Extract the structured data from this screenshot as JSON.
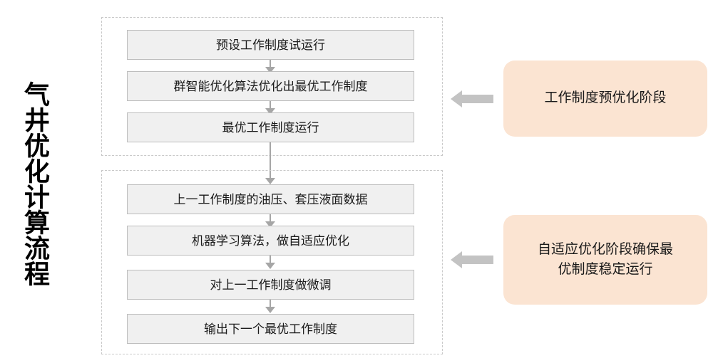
{
  "title": "气井优化计算流程",
  "groups": [
    {
      "id": "pre-optimization",
      "steps": [
        {
          "label": "预设工作制度试运行"
        },
        {
          "label": "群智能优化算法优化出最优工作制度"
        },
        {
          "label": "最优工作制度运行"
        }
      ]
    },
    {
      "id": "adaptive-optimization",
      "steps": [
        {
          "label": "上一工作制度的油压、套压液面数据"
        },
        {
          "label": "机器学习算法，做自适应优化"
        },
        {
          "label": "对上一工作制度做微调"
        },
        {
          "label": "输出下一个最优工作制度"
        }
      ]
    }
  ],
  "callouts": [
    {
      "id": "pre",
      "label": "工作制度预优化阶段"
    },
    {
      "id": "adaptive",
      "line1": "自适应优化阶段确保最",
      "line2": "优制度稳定运行"
    }
  ],
  "colors": {
    "step_fill": "#f0f0f0",
    "step_border": "#bdbdbd",
    "group_border": "#c9c9c9",
    "connector": "#a6a6a6",
    "block_arrow": "#c3c3c3",
    "callout_fill": "#fbe4d2",
    "text": "#1a1a1a"
  }
}
